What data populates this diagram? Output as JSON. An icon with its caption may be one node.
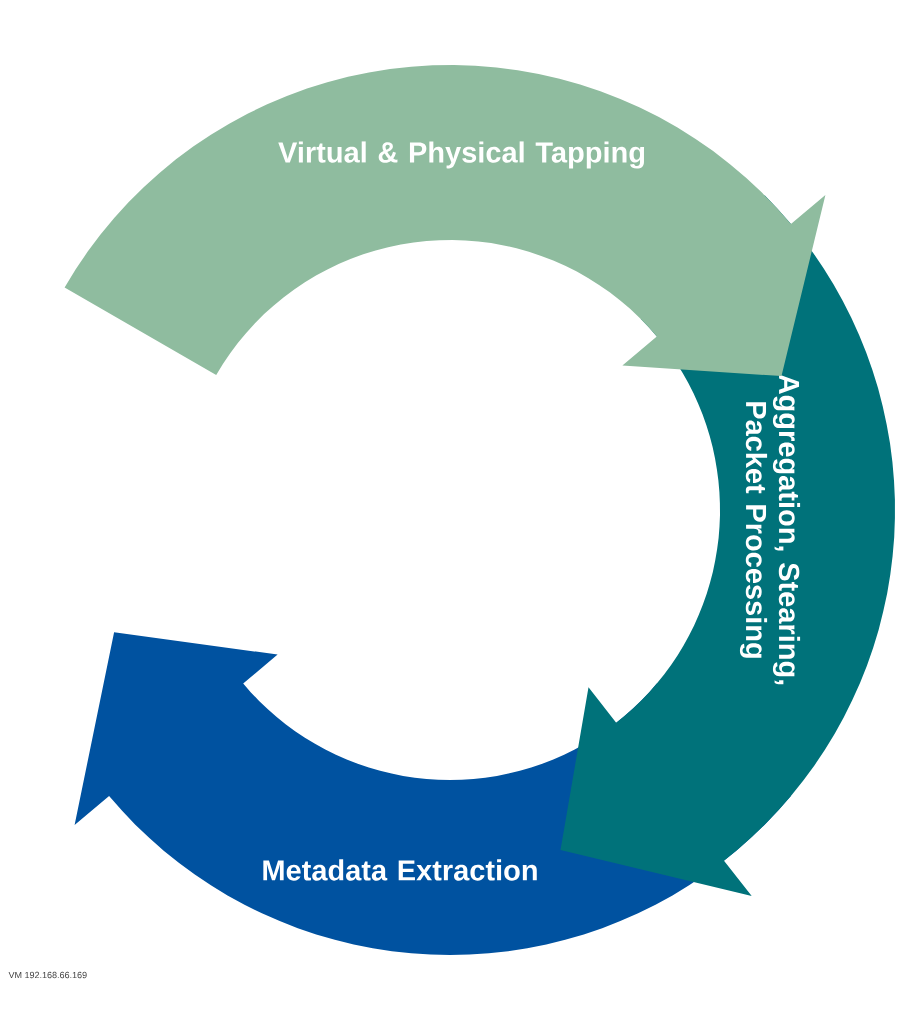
{
  "diagram": {
    "nodes": [
      {
        "text": [
          "Virtual & Physical Tapping"
        ]
      },
      {
        "text": [
          "Aggregation, Stearing, Packet Processing"
        ]
      },
      {
        "text": [
          "Metadata Extraction"
        ]
      }
    ],
    "labels": [
      "VM 192.168.66.169"
    ]
  }
}
